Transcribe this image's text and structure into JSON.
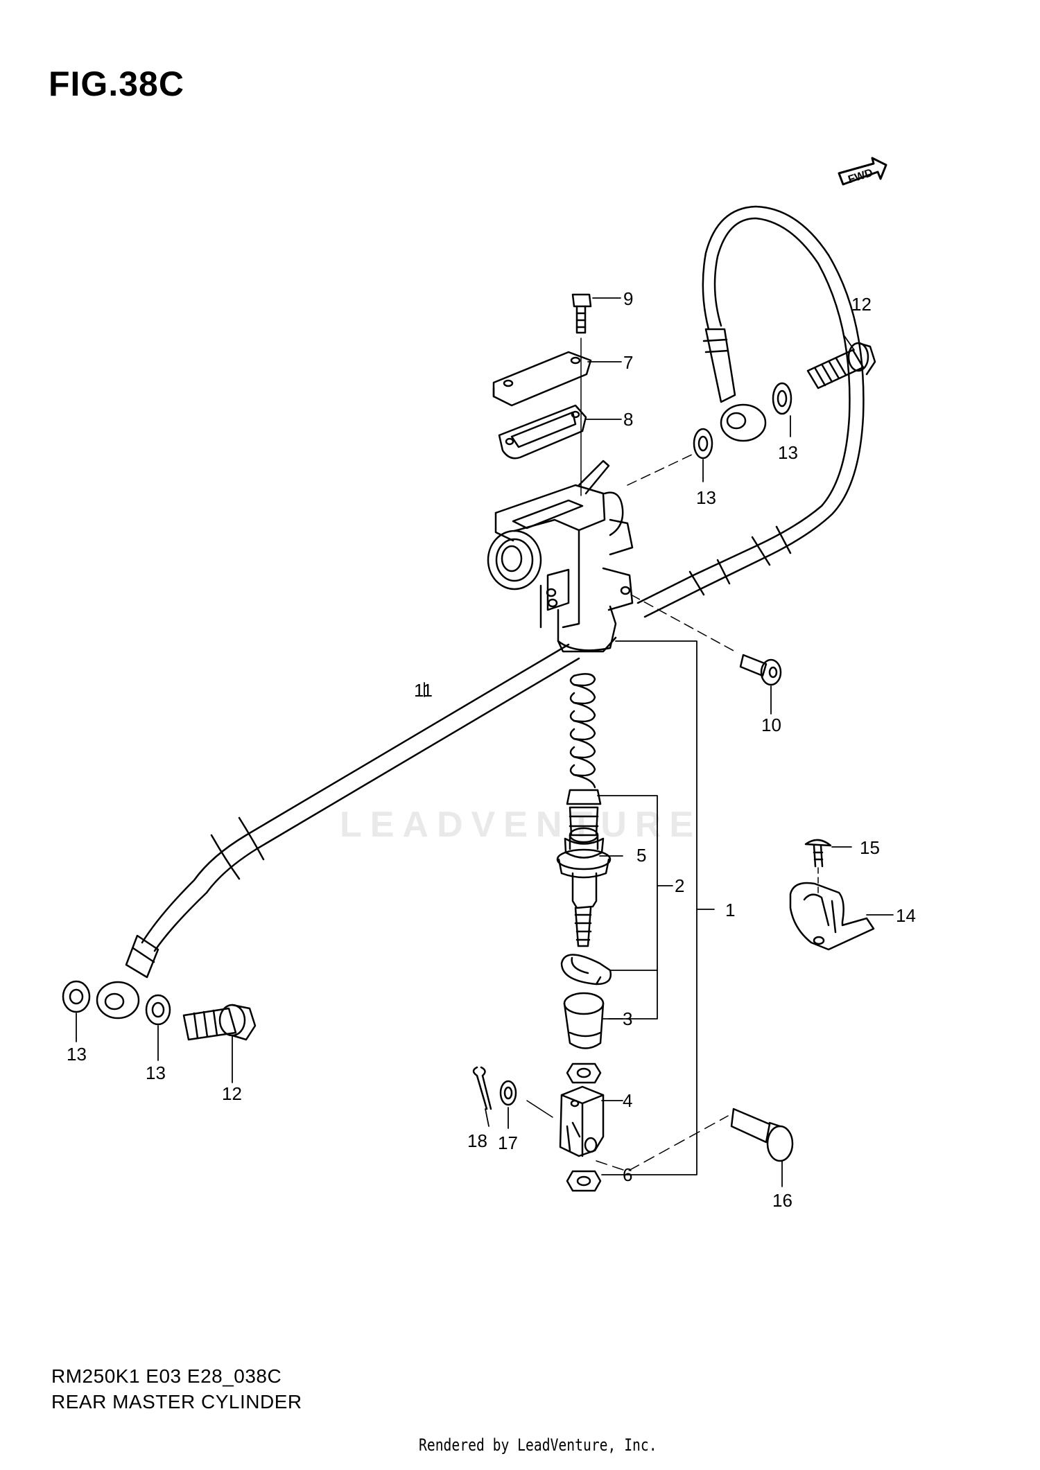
{
  "figure": {
    "title": "FIG.38C",
    "fwd_label": "FWD",
    "model_code": "RM250K1 E03 E28_038C",
    "name": "REAR MASTER CYLINDER",
    "rendered_by": "Rendered by LeadVenture, Inc.",
    "watermark": "LEADVENTURE"
  },
  "callouts": {
    "c1": "1",
    "c2": "2",
    "c3": "3",
    "c4": "4",
    "c5": "5",
    "c6": "6",
    "c7": "7",
    "c8": "8",
    "c9": "9",
    "c10": "10",
    "c11": "11",
    "c12a": "12",
    "c12b": "12",
    "c13a": "13",
    "c13b": "13",
    "c13c": "13",
    "c13d": "13",
    "c14": "14",
    "c15": "15",
    "c16": "16",
    "c17": "17",
    "c18": "18"
  }
}
